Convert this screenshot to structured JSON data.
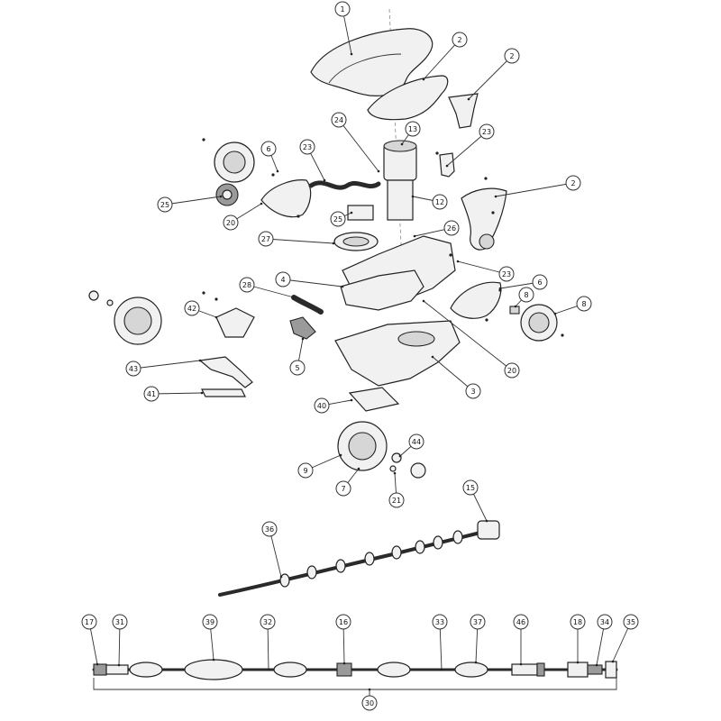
{
  "callouts": [
    {
      "label": "1"
    },
    {
      "label": "2"
    },
    {
      "label": "2"
    },
    {
      "label": "2"
    },
    {
      "label": "24"
    },
    {
      "label": "13"
    },
    {
      "label": "23"
    },
    {
      "label": "23"
    },
    {
      "label": "6"
    },
    {
      "label": "25"
    },
    {
      "label": "20"
    },
    {
      "label": "25"
    },
    {
      "label": "12"
    },
    {
      "label": "26"
    },
    {
      "label": "27"
    },
    {
      "label": "23"
    },
    {
      "label": "4"
    },
    {
      "label": "28"
    },
    {
      "label": "6"
    },
    {
      "label": "8"
    },
    {
      "label": "8"
    },
    {
      "label": "42"
    },
    {
      "label": "5"
    },
    {
      "label": "20"
    },
    {
      "label": "43"
    },
    {
      "label": "3"
    },
    {
      "label": "41"
    },
    {
      "label": "40"
    },
    {
      "label": "44"
    },
    {
      "label": "9"
    },
    {
      "label": "7"
    },
    {
      "label": "21"
    },
    {
      "label": "15"
    },
    {
      "label": "36"
    },
    {
      "label": "17"
    },
    {
      "label": "31"
    },
    {
      "label": "39"
    },
    {
      "label": "32"
    },
    {
      "label": "16"
    },
    {
      "label": "33"
    },
    {
      "label": "37"
    },
    {
      "label": "46"
    },
    {
      "label": "18"
    },
    {
      "label": "34"
    },
    {
      "label": "35"
    },
    {
      "label": "30"
    }
  ]
}
